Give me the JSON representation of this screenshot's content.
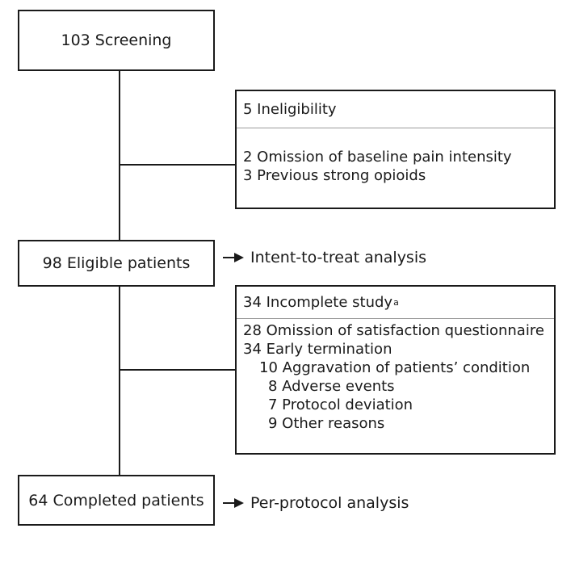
{
  "flow": {
    "screening": "103 Screening",
    "eligible": "98 Eligible patients",
    "completed": "64 Completed patients"
  },
  "ineligibility": {
    "title": "5 Ineligibility",
    "items": [
      "2 Omission of baseline pain intensity",
      "3 Previous strong opioids"
    ]
  },
  "incomplete": {
    "title": "34 Incomplete study",
    "footnote_marker": "a",
    "items": [
      "28 Omission of satisfaction questionnaire",
      "34 Early termination",
      "10 Aggravation of patients’ condition",
      "8 Adverse events",
      "7 Protocol deviation",
      "9 Other reasons"
    ]
  },
  "analyses": {
    "itt": "Intent-to-treat analysis",
    "pp": "Per-protocol analysis"
  }
}
